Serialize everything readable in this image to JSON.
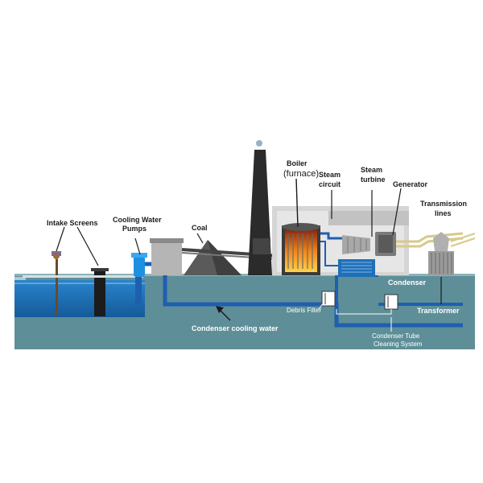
{
  "labels": {
    "intake_screens": "Intake Screens",
    "cooling_water_pumps_1": "Cooling Water",
    "cooling_water_pumps_2": "Pumps",
    "coal": "Coal",
    "boiler": "Boiler",
    "furnace": "(furnace)",
    "steam_circuit_1": "Steam",
    "steam_circuit_2": "circuit",
    "steam_turbine_1": "Steam",
    "steam_turbine_2": "turbine",
    "generator": "Generator",
    "transmission_lines_1": "Transmission",
    "transmission_lines_2": "lines",
    "condenser": "Condenser",
    "transformer": "Transformer",
    "debris_filter": "Debris Filter",
    "condenser_cooling_water": "Condenser cooling water",
    "condenser_tube_cleaning_1": "Condenser Tube",
    "condenser_tube_cleaning_2": "Cleaning System"
  },
  "colors": {
    "ground": "#5e8f98",
    "water": "#1f6fb8",
    "pipe": "#1f5fb0",
    "building": "#c8c8c8",
    "stack": "#2b2b2b",
    "steam_pipe": "#d8c98a",
    "fire": "#f08a1c"
  }
}
